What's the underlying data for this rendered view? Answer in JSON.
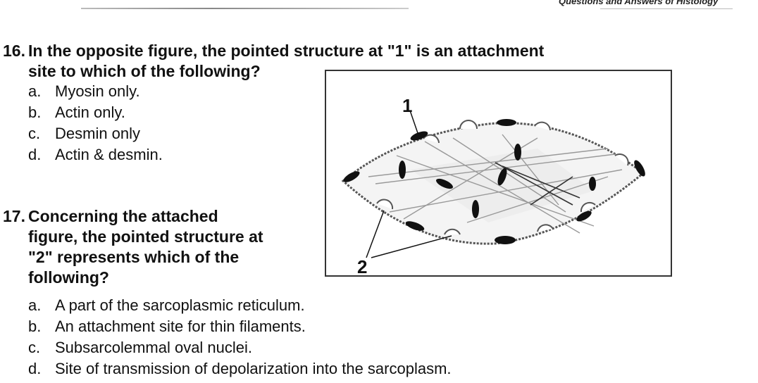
{
  "header": {
    "title": "Questions and Answers of Histology"
  },
  "q16": {
    "number": "16.",
    "line1": "In the opposite figure, the pointed structure at \"1\" is an attachment",
    "line2": "site to which of the following?",
    "options": [
      {
        "letter": "a.",
        "text": "Myosin only."
      },
      {
        "letter": "b.",
        "text": "Actin only."
      },
      {
        "letter": "c.",
        "text": "Desmin only"
      },
      {
        "letter": "d.",
        "text": "Actin & desmin."
      }
    ]
  },
  "q17": {
    "number": "17.",
    "line1": "Concerning the attached",
    "line2": "figure, the pointed structure at",
    "line3": "\"2\" represents which of the",
    "line4": "following?",
    "options": [
      {
        "letter": "a.",
        "text": "A part of the sarcoplasmic reticulum."
      },
      {
        "letter": "b.",
        "text": "An attachment site for thin filaments."
      },
      {
        "letter": "c.",
        "text": "Subsarcolemmal oval nuclei."
      },
      {
        "letter": "d.",
        "text": "Site of transmission of depolarization into the sarcoplasm."
      }
    ]
  },
  "figure": {
    "label1": "1",
    "label2": "2"
  }
}
